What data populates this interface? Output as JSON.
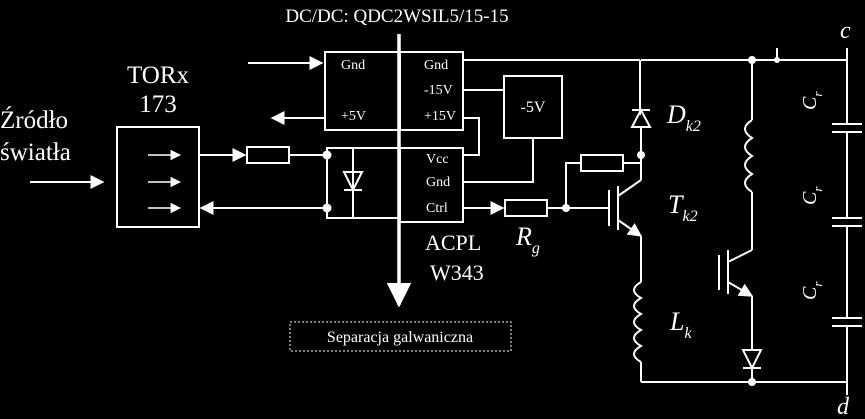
{
  "dcdc_label": "DC/DC: QDC2WSIL5/15-15",
  "source_label_line1": "Źródło",
  "source_label_line2": "światła",
  "torx_line1": "TORx",
  "torx_line2": "173",
  "dcdc_pins_left": [
    "Gnd",
    "+5V"
  ],
  "dcdc_pins_right": [
    "Gnd",
    "-15V",
    "+15V"
  ],
  "regulator_label": "-5V",
  "driver_pins": [
    "Vcc",
    "Gnd",
    "Ctrl"
  ],
  "driver_line1": "ACPL",
  "driver_line2": "W343",
  "rg_label": {
    "main": "R",
    "sub": "g"
  },
  "dk2_label": {
    "main": "D",
    "sub": "k2"
  },
  "tk2_label": {
    "main": "T",
    "sub": "k2"
  },
  "lk_label": {
    "main": "L",
    "sub": "k"
  },
  "cr_label": {
    "main": "C",
    "sub": "r"
  },
  "terminal_top": "c",
  "terminal_bottom": "d",
  "separation_label": "Separacja galwaniczna",
  "colors": {
    "background": "#000000",
    "foreground": "#ffffff"
  }
}
